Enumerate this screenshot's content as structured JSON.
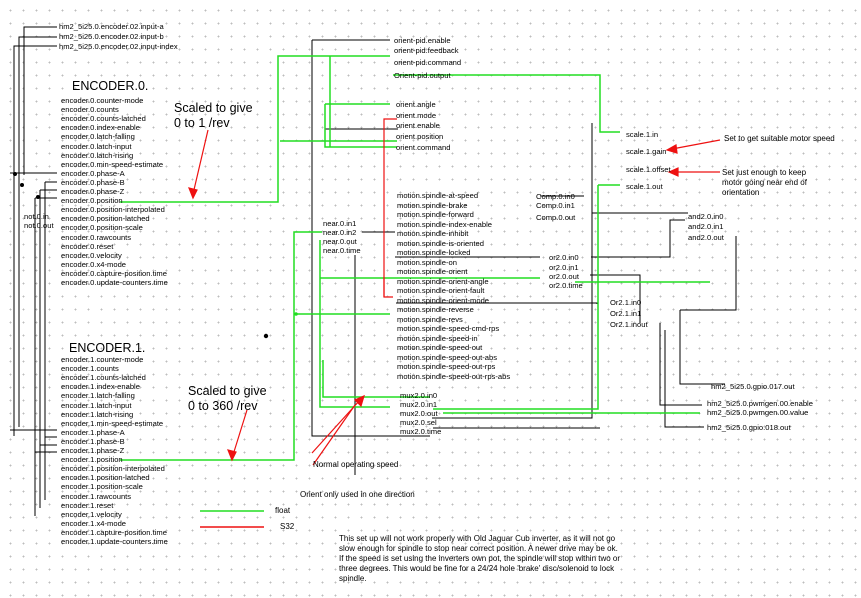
{
  "encoder_inputs": [
    "hm2_5i25.0.encoder.02.input-a",
    "hm2_5i25.0.encoder.02.input-b",
    "hm2_5i25.0.encoder.02.input-index"
  ],
  "encoder0": {
    "title": "ENCODER.0.",
    "pins": [
      "encoder.0.counter-mode",
      "encoder.0.counts",
      "encoder.0.counts-latched",
      "encoder.0.index-enable",
      "encoder.0.latch-falling",
      "encoder.0.latch-input",
      "encoder.0.latch-rising",
      "encoder.0.min-speed-estimate",
      "encoder.0.phase-A",
      "encoder.0.phase-B",
      "encoder.0.phase-Z",
      "encoder.0.position",
      "encoder.0.position-interpolated",
      "encoder.0.position-latched",
      "encoder.0.position-scale",
      "encoder.0.rawcounts",
      "encoder.0.reset",
      "encoder.0.velocity",
      "encoder.0.x4-mode",
      "encoder.0.capture-position.time",
      "encoder.0.update-counters.time"
    ]
  },
  "encoder1": {
    "title": "ENCODER.1.",
    "pins": [
      "encoder.1.counter-mode",
      "encoder.1.counts",
      "encoder.1.counts-latched",
      "encoder.1.index-enable",
      "encoder.1.latch-falling",
      "encoder.1.latch-input",
      "encoder.1.latch-rising",
      "encoder.1.min-speed-estimate",
      "encoder.1.phase-A",
      "encoder.1.phase-B",
      "encoder.1.phase-Z",
      "encoder.1.position",
      "encoder.1.position-interpolated",
      "encoder.1.position-latched",
      "encoder.1.position-scale",
      "encoder.1.rawcounts",
      "encoder.1.reset",
      "encoder.1.velocity",
      "encoder.1.x4-mode",
      "encoder.1.capture-position.time",
      "encoder.1.update-counters.time"
    ]
  },
  "not0": [
    "not.0.in",
    "not.0.out"
  ],
  "orient_top": [
    "orient-pid.enable",
    "orient-pid.feedback",
    "orient-pid.command",
    "Orient-pid.output"
  ],
  "orient": [
    "orient.angle",
    "orient.mode",
    "orient.enable",
    "orient.position",
    "orient.command"
  ],
  "near": [
    "near.0.in1",
    "near.0.in2",
    "near.0.out",
    "near.0.time"
  ],
  "spindle": [
    "motion.spindle-at-speed",
    "motion.spindle-brake",
    "motion.spindle-forward",
    "motion.spindle-index-enable",
    "motion.spindle-inhibit",
    "motion.spindle-is-oriented",
    "motion.spindle-locked",
    "motion.spindle-on",
    "motion.spindle-orient",
    "motion.spindle-orient-angle",
    "motion.spindle-orient-fault",
    "motion.spindle-orient-mode",
    "motion.spindle-reverse",
    "motion.spindle-revs",
    "motion.spindle-speed-cmd-rps",
    "motion.spindle-speed-in",
    "motion.spindle-speed-out",
    "motion.spindle-speed-out-abs",
    "motion.spindle-speed-out-rps",
    "motion.spindle-speed-out-rps-abs"
  ],
  "mux": [
    "mux2.0.in0",
    "mux2.0.in1",
    "mux2.0.out",
    "mux2.0.sel",
    "mux2.0.time"
  ],
  "scale": [
    "scale.1.in",
    "scale.1.gain",
    "scale.1.offset",
    "scale.1.out"
  ],
  "comp": [
    "Comp.0.in0",
    "Comp.0.in1",
    "Comp.0.out"
  ],
  "and2": [
    "and2.0.in0",
    "and2.0.in1",
    "and2.0.out"
  ],
  "or2_0": [
    "or2.0.in0",
    "or2.0.in1",
    "or2.0.out",
    "or2.0.time"
  ],
  "or2_1": [
    "Or2.1.in0",
    "Or2.1.in1",
    "Or2.1.inout"
  ],
  "hm2_out": [
    "hm2_5i25.0.gpio.017.out",
    "hm2_5i25.0.pwmgen.00.enable",
    "hm2_5i25.0.pwmgen.00.value",
    "hm2_5i25.0.gpio.018.out"
  ],
  "annotations": {
    "scaled0": "Scaled to give\n0 to 1 /rev",
    "scaled1": "Scaled to give\n0 to 360 /rev",
    "gain_note": "Set to get suitable motor speed",
    "offset_note": "Set just enough to keep\nmotor going near end of\norientation",
    "normal_speed": "Normal operating speed",
    "orient_dir": "Orient only used in one direction",
    "footer": "This set up will not work properly with Old Jaguar Cub inverter, as it will not go slow enough for spindle to stop near correct position. A newer drive may be ok. If the speed is set using the inverters own pot, the spindle will stop within two or three degrees. This would be fine for a 24/24 hole 'brake' disc/solenoid to lock spindle."
  },
  "legend": {
    "float": "float",
    "s32": "S32"
  },
  "colors": {
    "float": "#22dd22",
    "s32": "#ee1111",
    "wire": "#000000"
  }
}
